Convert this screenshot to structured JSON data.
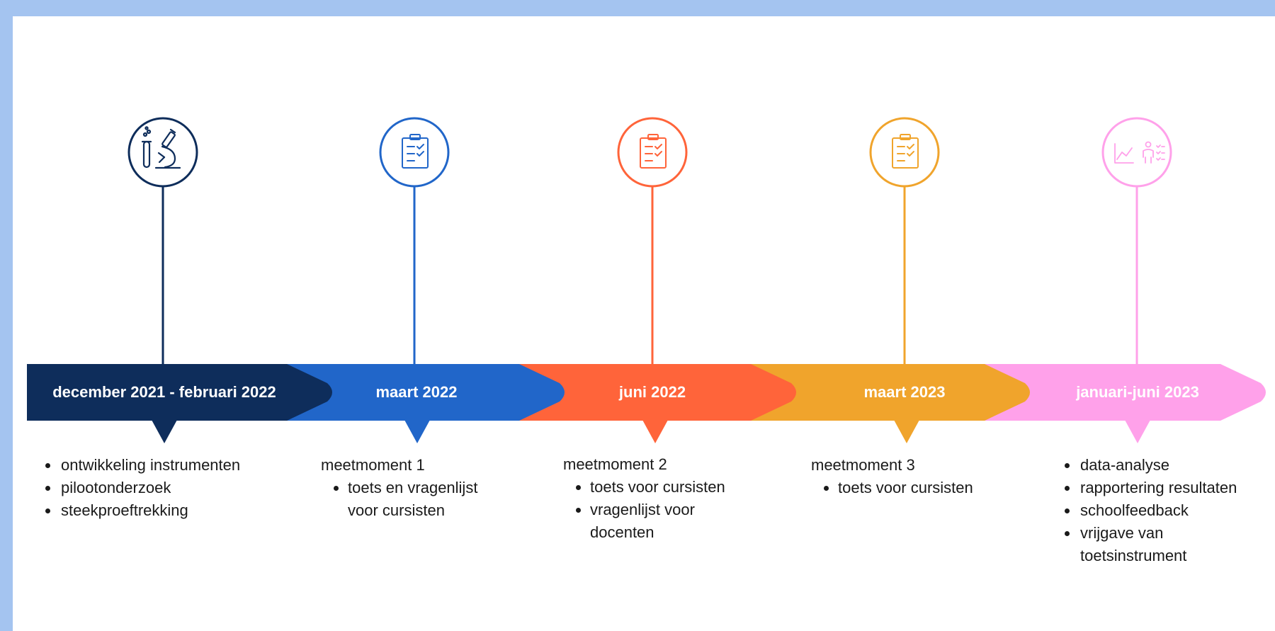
{
  "colors": {
    "frame": "#a4c4f0",
    "phase1": "#0e2d5b",
    "phase2": "#2166c9",
    "phase3": "#ff643a",
    "phase4": "#f0a42c",
    "phase5": "#ffa1ea",
    "text": "#1a1a1a"
  },
  "phases": [
    {
      "id": "phase1",
      "period": "december 2021 - februari 2022",
      "icon": "microscope-lab-icon",
      "heading": "",
      "items": [
        "ontwikkeling instrumenten",
        "pilootonderzoek",
        "steekproeftrekking"
      ]
    },
    {
      "id": "phase2",
      "period": "maart 2022",
      "icon": "clipboard-checklist-icon",
      "heading": "meetmoment 1",
      "items": [
        "toets en vragenlijst voor cursisten"
      ]
    },
    {
      "id": "phase3",
      "period": "juni 2022",
      "icon": "clipboard-checklist-icon",
      "heading": "meetmoment 2",
      "items": [
        "toets voor cursisten",
        "vragenlijst voor docenten"
      ]
    },
    {
      "id": "phase4",
      "period": "maart 2023",
      "icon": "clipboard-checklist-icon",
      "heading": "meetmoment 3",
      "items": [
        "toets voor cursisten"
      ]
    },
    {
      "id": "phase5",
      "period": "januari-juni 2023",
      "icon": "chart-person-icon",
      "heading": "",
      "items": [
        "data-analyse",
        "rapportering resultaten",
        "schoolfeedback",
        "vrijgave van toetsinstrument"
      ]
    }
  ]
}
